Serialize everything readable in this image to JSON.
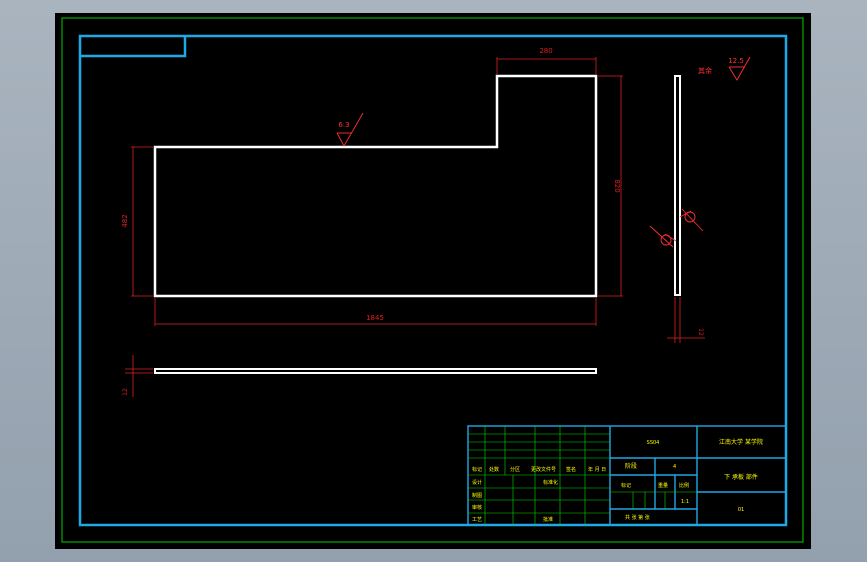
{
  "drawing": {
    "dimensions": {
      "top_width": "280",
      "right_height": "820",
      "left_height": "482",
      "bottom_length": "1845",
      "side_thickness": "12",
      "strip_thickness": "12"
    },
    "roughness": {
      "main_face": "6.3",
      "others_label": "其余",
      "others_value": "12.5"
    }
  },
  "title_block": {
    "center_top": "SS04",
    "right_top": "江南大学 某学院",
    "right_middle": "下 承板 部件",
    "right_bottom": "01",
    "stage_label": "阶段",
    "mark_label": "标记",
    "weight_label": "重量",
    "scale_label": "比例",
    "count_label": "共 张 第 张",
    "scale_value": "1:1",
    "material_num": "4",
    "left_row_labels": [
      "标记",
      "处数",
      "分区",
      "更改文件号",
      "签名",
      "年 月 日"
    ],
    "design_label": "设计",
    "standard_label": "标准化",
    "check_label": "审核",
    "process_label": "工艺",
    "approve_label": "批准",
    "draw_label": "制图"
  },
  "colors": {
    "frame": "#1fa8e6",
    "outer_border": "#00cc00",
    "part": "#ffffff",
    "dimension": "#e02020",
    "symbol": "#ff3030",
    "text_yellow": "#ffff00",
    "title_green": "#00dd00"
  }
}
